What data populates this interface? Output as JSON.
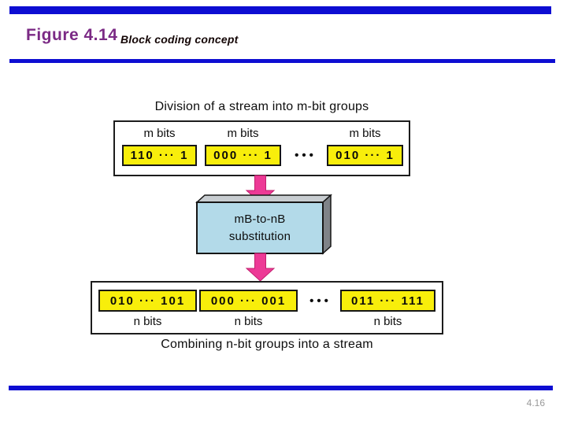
{
  "slide": {
    "figure_label": "Figure 4.14",
    "figure_caption": "Block coding concept",
    "page_number": "4.16"
  },
  "diagram": {
    "top_caption": "Division of a stream into m-bit groups",
    "bottom_caption": "Combining n-bit groups into a stream",
    "ellipsis": "•••",
    "top_groups": [
      {
        "label": "m bits",
        "bits": "110 ··· 1"
      },
      {
        "label": "m bits",
        "bits": "000 ··· 1"
      },
      {
        "label": "m bits",
        "bits": "010 ··· 1"
      }
    ],
    "bottom_groups": [
      {
        "label": "n bits",
        "bits": "010 ··· 101"
      },
      {
        "label": "n bits",
        "bits": "000 ··· 001"
      },
      {
        "label": "n bits",
        "bits": "011 ··· 111"
      }
    ],
    "substitution_box": {
      "line1": "mB-to-nB",
      "line2": "substitution"
    },
    "colors": {
      "divider_blue": "#0d0dd2",
      "title_purple": "#7b2a85",
      "bit_box_yellow": "#f8ee0b",
      "substitution_box_blue": "#b3dae9",
      "arrow_pink": "#ed3a96",
      "page_number_gray": "#9a9a9a"
    }
  }
}
